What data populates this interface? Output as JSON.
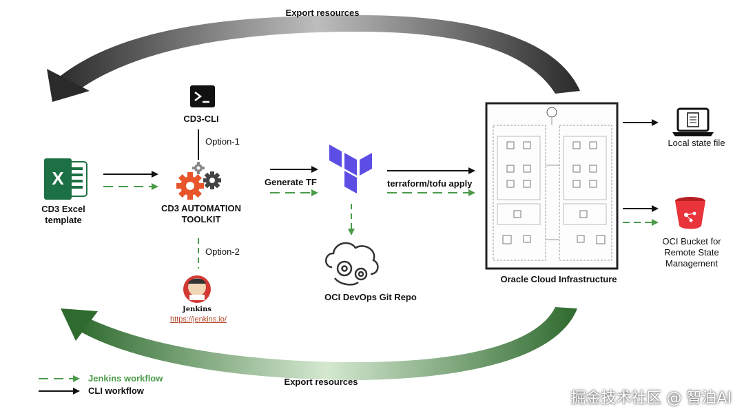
{
  "export_top": "Export resources",
  "export_bottom": "Export resources",
  "cd3_cli": "CD3-CLI",
  "option1": "Option-1",
  "option2": "Option-2",
  "excel_label_line1": "CD3 Excel",
  "excel_label_line2": "template",
  "toolkit_line1": "CD3 AUTOMATION",
  "toolkit_line2": "TOOLKIT",
  "generate_tf": "Generate TF",
  "terraform_apply": "terraform/tofu apply",
  "devops_repo": "OCI DevOps Git Repo",
  "oci_label": "Oracle Cloud Infrastructure",
  "local_state": "Local state file",
  "bucket_line1": "OCI Bucket for",
  "bucket_line2": "Remote State",
  "bucket_line3": "Management",
  "jenkins_name": "Jenkins",
  "jenkins_url": "https://jenkins.io/",
  "legend_jenkins": "Jenkins workflow",
  "legend_cli": "CLI workflow",
  "watermark": "掘金技术社区 @ 智泊AI",
  "colors": {
    "jenkins_green": "#4a9a4a",
    "cli_black": "#111111",
    "terraform_purple": "#5c4ee5",
    "excel_green": "#1d7044",
    "gear_orange": "#e8552b",
    "bucket_red": "#e8343a"
  }
}
